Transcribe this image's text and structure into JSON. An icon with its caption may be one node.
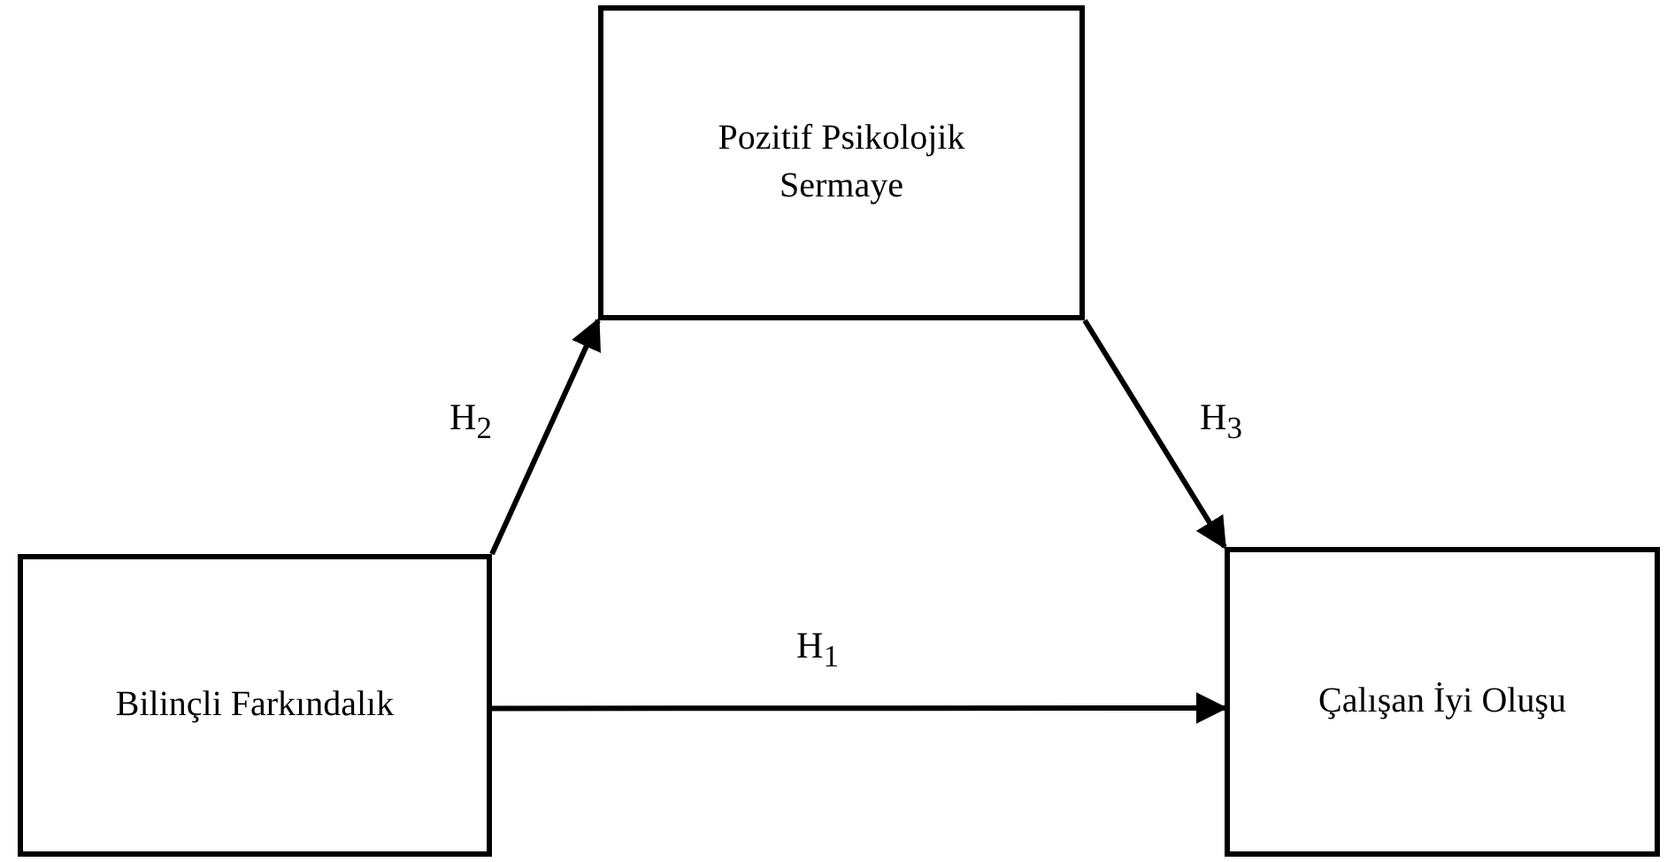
{
  "diagram": {
    "nodes": [
      {
        "text": [
          "Bilinçli Farkındalık"
        ]
      },
      {
        "text": [
          "Pozitif Psikolojik Sermaye"
        ]
      },
      {
        "text": [
          "Çalışan İyi Oluşu"
        ]
      }
    ],
    "edges": [
      {
        "from": 0,
        "to": 2,
        "arrow": "to",
        "label": "H$_{1}$"
      },
      {
        "from": 0,
        "to": 1,
        "arrow": "to",
        "label": "H$_{2}$"
      },
      {
        "from": 1,
        "to": 2,
        "arrow": "to",
        "label": "H$_{3}$"
      }
    ]
  }
}
